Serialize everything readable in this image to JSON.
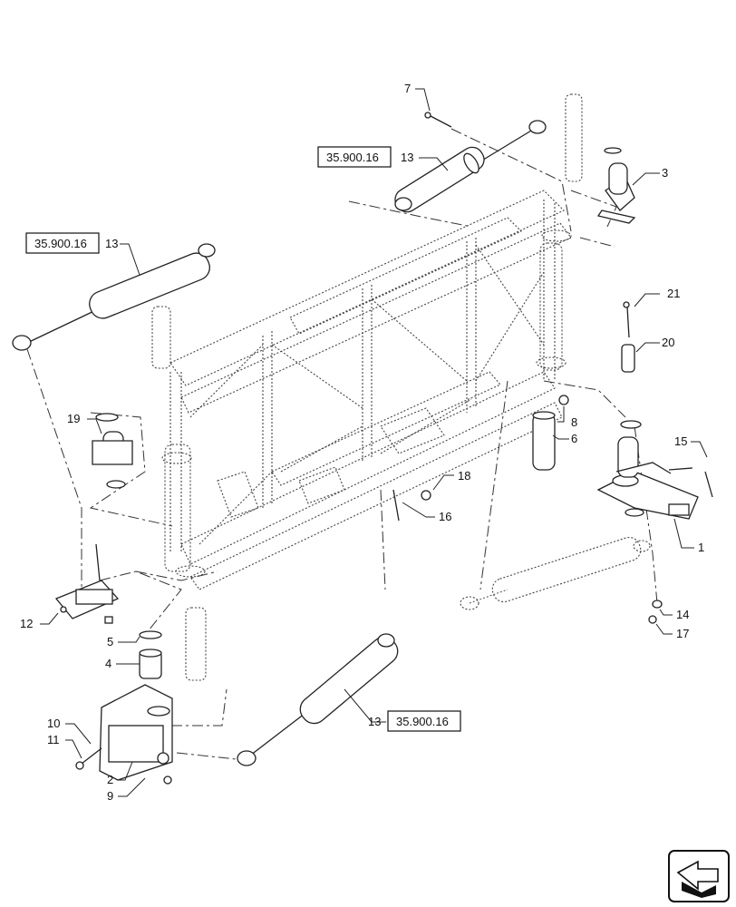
{
  "diagram": {
    "callouts": [
      {
        "id": "c7",
        "label": "7"
      },
      {
        "id": "c13a",
        "label": "13"
      },
      {
        "id": "c3",
        "label": "3"
      },
      {
        "id": "c13b",
        "label": "13"
      },
      {
        "id": "c21",
        "label": "21"
      },
      {
        "id": "c20",
        "label": "20"
      },
      {
        "id": "c19",
        "label": "19"
      },
      {
        "id": "c8",
        "label": "8"
      },
      {
        "id": "c6",
        "label": "6"
      },
      {
        "id": "c15",
        "label": "15"
      },
      {
        "id": "c18",
        "label": "18"
      },
      {
        "id": "c16",
        "label": "16"
      },
      {
        "id": "c1",
        "label": "1"
      },
      {
        "id": "c12",
        "label": "12"
      },
      {
        "id": "c14",
        "label": "14"
      },
      {
        "id": "c17",
        "label": "17"
      },
      {
        "id": "c5",
        "label": "5"
      },
      {
        "id": "c4",
        "label": "4"
      },
      {
        "id": "c10",
        "label": "10"
      },
      {
        "id": "c11",
        "label": "11"
      },
      {
        "id": "c13c",
        "label": "13"
      },
      {
        "id": "c2",
        "label": "2"
      },
      {
        "id": "c9",
        "label": "9"
      }
    ],
    "references": [
      {
        "id": "r1",
        "text": "35.900.16"
      },
      {
        "id": "r2",
        "text": "35.900.16"
      },
      {
        "id": "r3",
        "text": "35.900.16"
      }
    ],
    "nav_icon": "next-page-arrow-icon"
  }
}
